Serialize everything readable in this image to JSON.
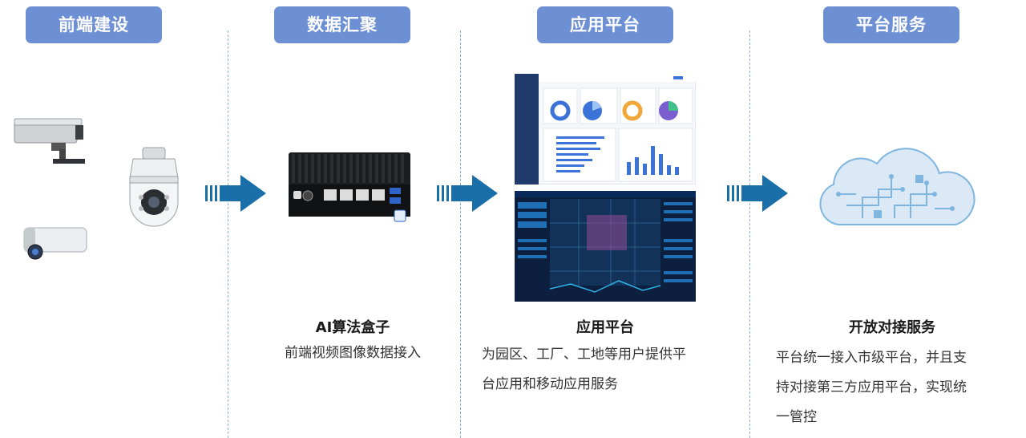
{
  "stages": [
    {
      "label": "前端建设"
    },
    {
      "label": "数据汇聚"
    },
    {
      "label": "应用平台"
    },
    {
      "label": "平台服务"
    }
  ],
  "captions": {
    "box_title": "AI算法盒子",
    "box_text": "前端视频图像数据接入",
    "platform_title": "应用平台",
    "platform_text_1": "为园区、工厂、工地等用户提供平",
    "platform_text_2": "台应用和移动应用服务",
    "service_title": "开放对接服务",
    "service_text_1": "平台统一接入市级平台，并且支",
    "service_text_2": "持对接第三方应用平台，实现统",
    "service_text_3": "一管控"
  },
  "colors": {
    "label_bg": "#6d8fd4",
    "arrow": "#1b6fa8",
    "divider": "#8ab0da",
    "cloud": "#7fb6e0",
    "dashboard_dark": "#0d1f3f"
  },
  "icons": [
    "bullet-camera-icon",
    "dome-camera-icon",
    "ai-box-icon",
    "dashboard-icon",
    "cloud-icon",
    "flow-arrow-icon"
  ]
}
